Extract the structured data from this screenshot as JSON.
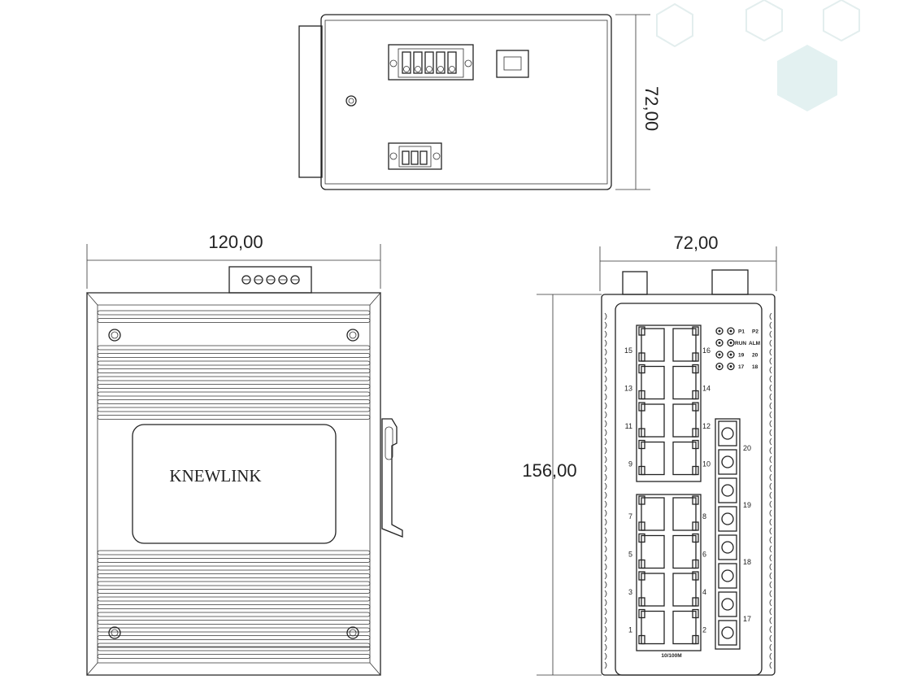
{
  "dimensions": {
    "top_height": "72,00",
    "front_width": "120,00",
    "side_width": "72,00",
    "side_height": "156,00"
  },
  "brand": "KNEWLINK",
  "ports": {
    "upper_left": [
      "15",
      "13",
      "11",
      "9"
    ],
    "upper_right": [
      "16",
      "14",
      "12",
      "10"
    ],
    "lower_left": [
      "7",
      "5",
      "3",
      "1"
    ],
    "lower_right": [
      "8",
      "6",
      "4",
      "2"
    ],
    "fiber": [
      "20",
      "19",
      "18",
      "17"
    ],
    "speed_label": "10/100M"
  },
  "leds": {
    "row1": [
      "P1",
      "P2"
    ],
    "row2": [
      "RUN",
      "ALM"
    ],
    "row3": [
      "19",
      "20"
    ],
    "row4": [
      "17",
      "18"
    ]
  },
  "colors": {
    "line": "#222222",
    "hex_bg": "#e3f1f1"
  }
}
